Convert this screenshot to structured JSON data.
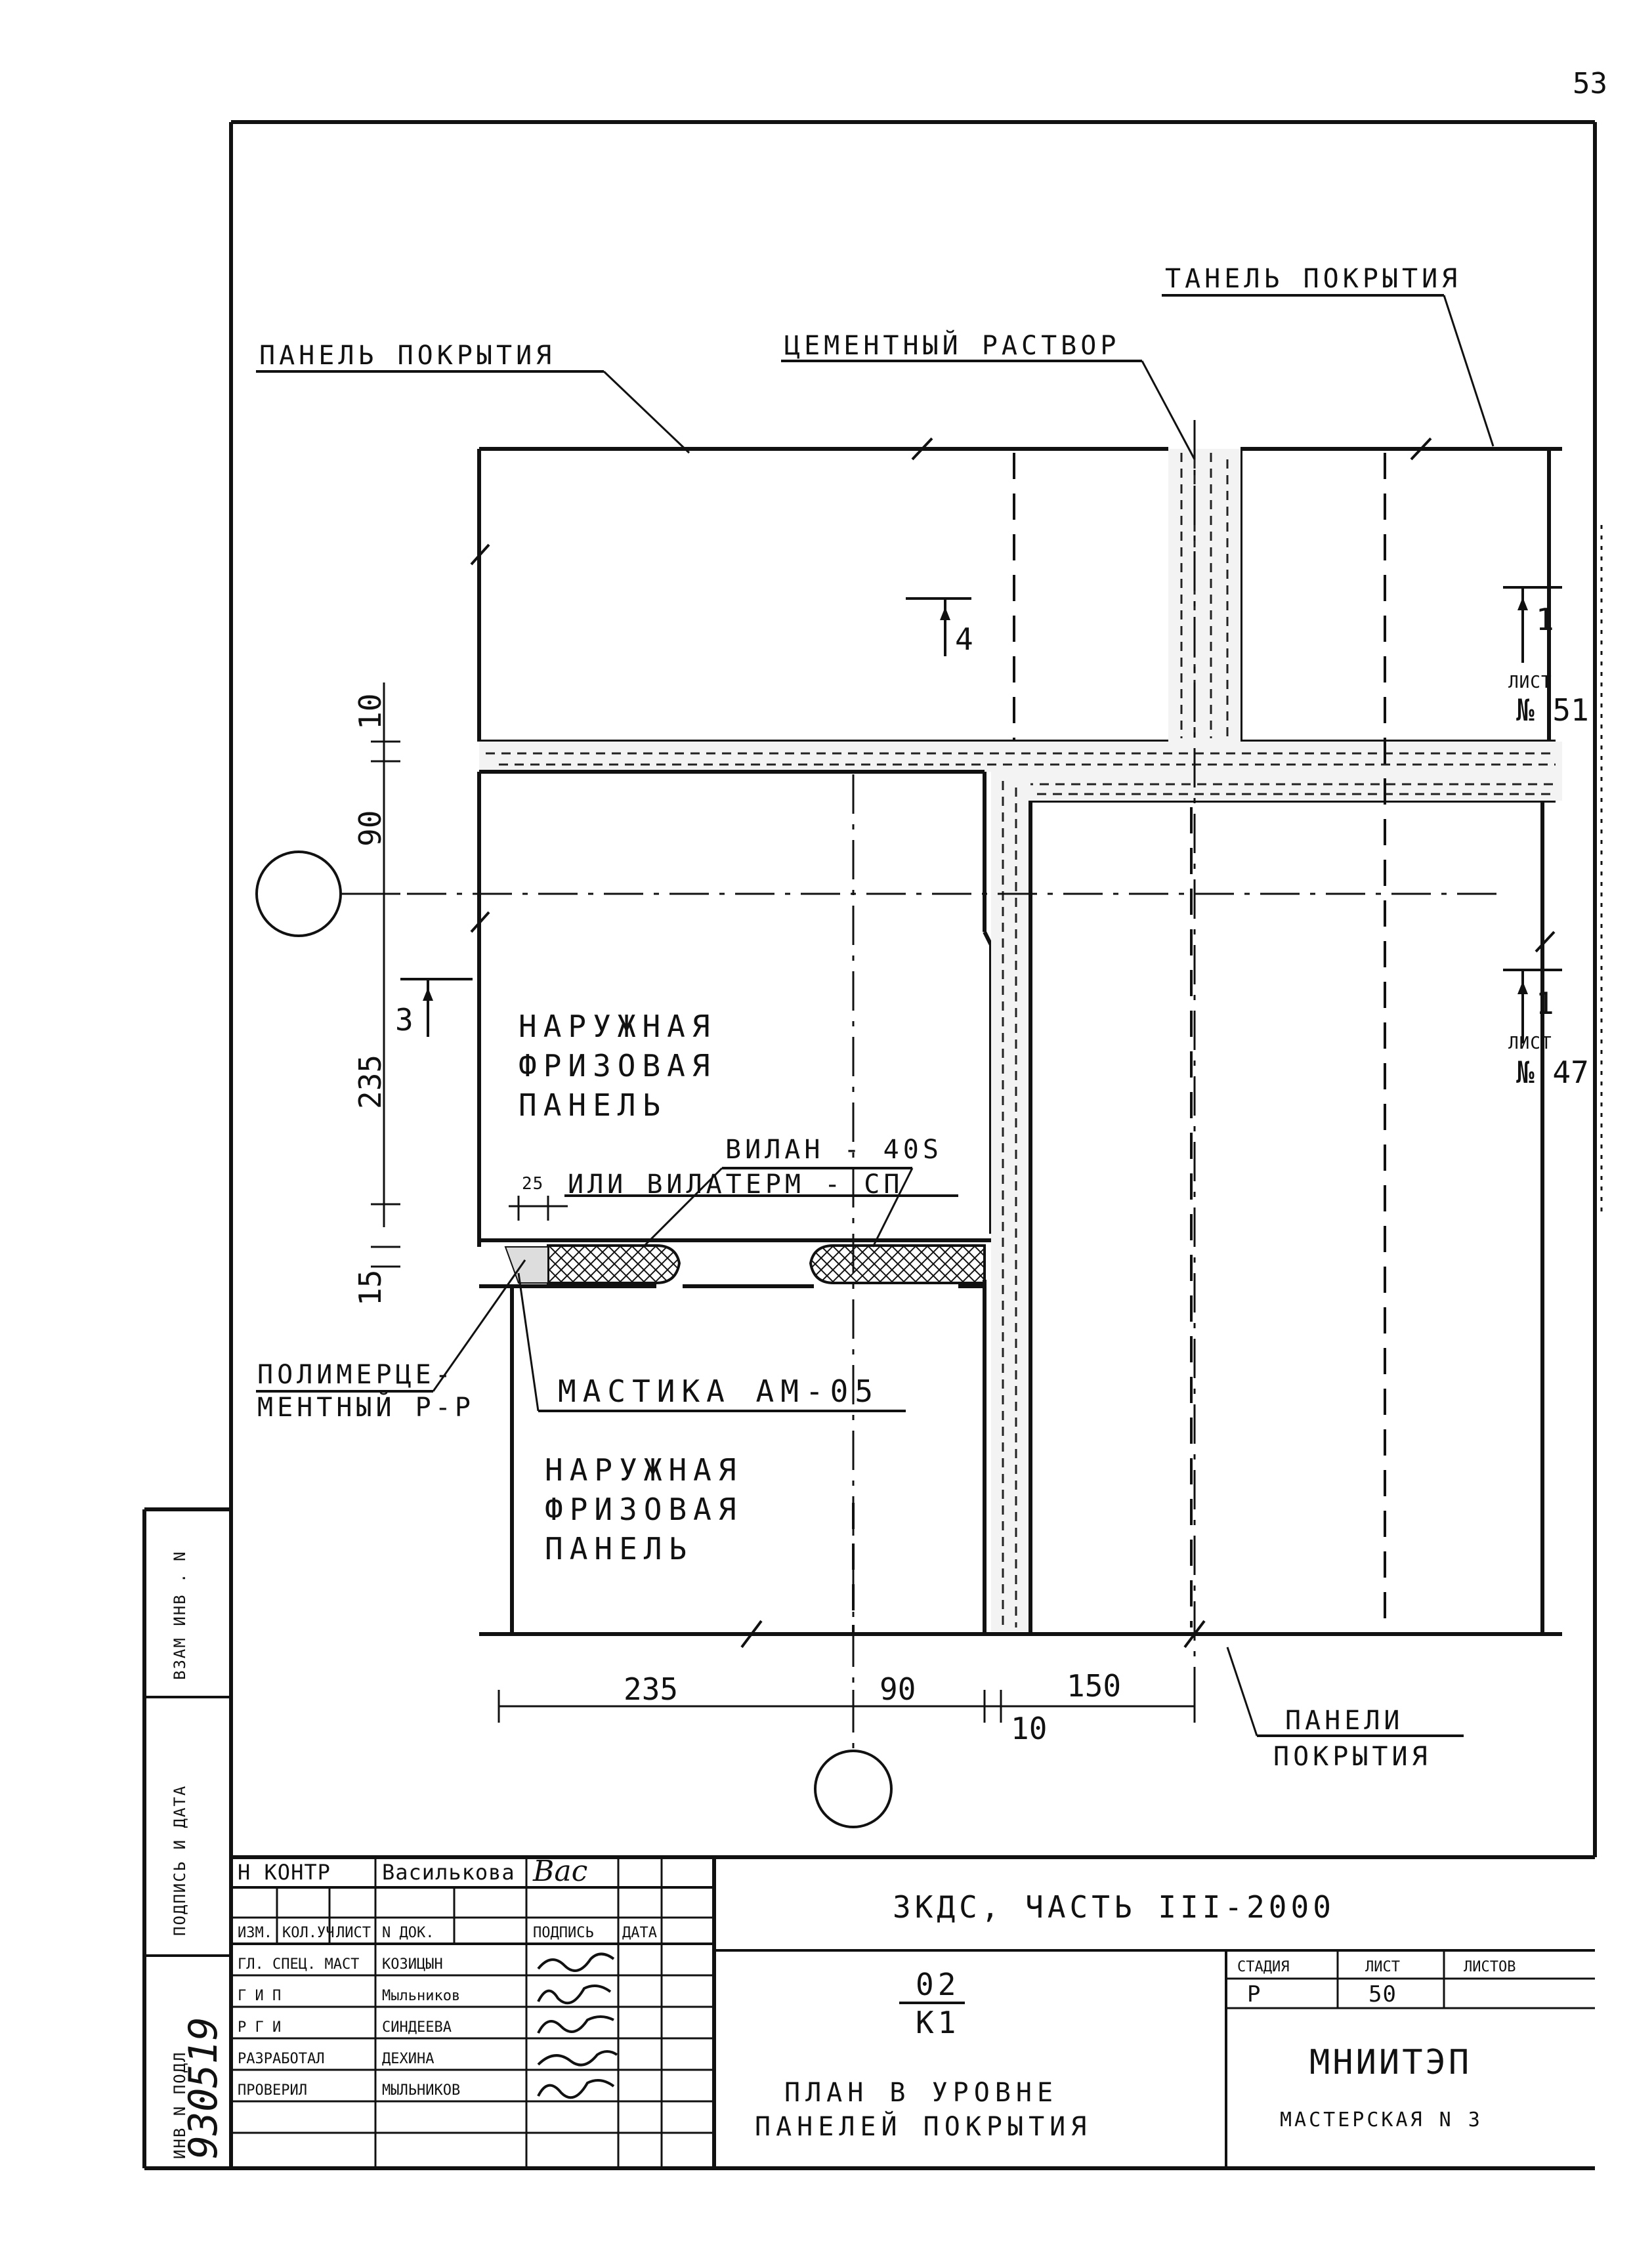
{
  "page_number": "53",
  "labels": {
    "panel_top_left": "ПАНЕЛЬ ПОКРЫТИЯ",
    "cement_mortar": "ЦЕМЕНТНЫЙ РАСТВОР",
    "panel_top_right": "ТАНЕЛЬ ПОКРЫТИЯ",
    "frieze_upper_1": "НАРУЖНАЯ",
    "frieze_upper_2": "ФРИЗОВАЯ",
    "frieze_upper_3": "ПАНЕЛЬ",
    "frieze_lower_1": "НАРУЖНАЯ",
    "frieze_lower_2": "ФРИЗОВАЯ",
    "frieze_lower_3": "ПАНЕЛЬ",
    "vilan": "ВИЛАН - 40S",
    "vilaterm": "ИЛИ ВИЛАТЕРМ - СП",
    "polymer_1": "ПОЛИМЕРЦЕ-",
    "polymer_2": "МЕНТНЫЙ Р-Р",
    "mastic": "МАСТИКА АМ-05",
    "panels_bottom_1": "ПАНЕЛИ",
    "panels_bottom_2": "ПОКРЫТИЯ"
  },
  "dimensions": {
    "d10_top": "10",
    "d90": "90",
    "d235_left": "235",
    "d25": "25",
    "d15": "15",
    "d235_bottom": "235",
    "d90_bottom": "90",
    "d150": "150",
    "d10_bottom": "10"
  },
  "section_marks": {
    "s4": "4",
    "s3": "3",
    "s1_top": "1",
    "s1_bottom": "1",
    "list_word": "ЛИСТ",
    "sheet51": "№ 51",
    "sheet47": "№ 47"
  },
  "side_stamp": {
    "inv_replace": "ВЗАМ ИНВ . N",
    "sign_date": "ПОДПИСЬ И ДАТА",
    "inv_original": "ИНВ N ПОДЛ",
    "inv_number": "930519"
  },
  "title_block": {
    "project": "ЗКДС, ЧАСТЬ III-2000",
    "n_kontr_role": "Н КОНТР",
    "n_kontr_name": "Василькова",
    "n_kontr_sign": "Вас",
    "header_izm": "ИЗМ.",
    "header_koluch": "КОЛ.УЧ",
    "header_list": "ЛИСТ",
    "header_ndok": "N ДОК.",
    "header_podpis": "ПОДПИСЬ",
    "header_data": "ДАТА",
    "rows": [
      {
        "role": "ГЛ. СПЕЦ. МАСТ",
        "name": "КОЗИЦЫН"
      },
      {
        "role": "Г И П",
        "name": "Мыльников"
      },
      {
        "role": "Р Г И",
        "name": "СИНДЕЕВА"
      },
      {
        "role": "РАЗРАБОТАЛ",
        "name": "ДЕХИНА"
      },
      {
        "role": "ПРОВЕРИЛ",
        "name": "МЫЛЬНИКОВ"
      }
    ],
    "code_top": "02",
    "code_bottom": "К1",
    "drawing_title_1": "ПЛАН В УРОВНЕ",
    "drawing_title_2": "ПАНЕЛЕЙ ПОКРЫТИЯ",
    "stage_label": "СТАДИЯ",
    "sheet_label": "ЛИСТ",
    "sheets_label": "ЛИСТОВ",
    "stage_value": "Р",
    "sheet_value": "50",
    "org": "МНИИТЭП",
    "workshop": "МАСТЕРСКАЯ N 3"
  }
}
